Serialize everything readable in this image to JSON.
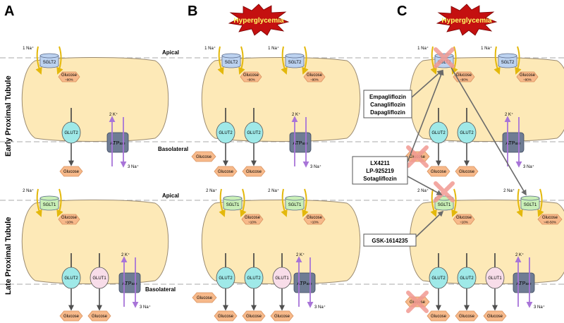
{
  "panels": [
    "A",
    "B",
    "C"
  ],
  "row_labels": {
    "early": "Early Proximal  Tubule",
    "late": "Late Proximal Tubule"
  },
  "membranes": {
    "apical": "Apical",
    "basolateral": "Basolateral"
  },
  "stimulus": "Hyperglycemia",
  "transporters": {
    "sglt2": "SGLT2",
    "sglt1": "SGLT1",
    "glut2": "GLUT2",
    "glut1": "GLUT1",
    "atpase_main": "ATP",
    "atpase_sub": "ase"
  },
  "ions": {
    "na1": "1 Na⁺",
    "na2": "2 Na⁺",
    "na3": "3 Na⁺",
    "k2": "2 K⁺"
  },
  "glucose": {
    "label": "Glucose",
    "pct_sglt2": "~90%",
    "pct_sglt1": "~10%",
    "pct_sglt1_up": "~40-50%"
  },
  "inhibitors": {
    "sglt2_box": [
      "Empagliflozin",
      "Canagliflozin",
      "Dapagliflozin"
    ],
    "dual_box": [
      "LX4211",
      "LP-925219",
      "Sotagliflozin"
    ],
    "sglt1_box": "GSK-1614235"
  },
  "colors": {
    "cell": "#fde9b7",
    "glucose": "#f7b98a",
    "sglt2": "#bcd2f0",
    "sglt1": "#c9efb7",
    "glut2": "#9fe9e8",
    "glut1": "#f8dde9",
    "atpase": "#6f7c94",
    "na_arrow": "#e3b80c",
    "k_arrow": "#a874d8",
    "star": "#c41010",
    "star_text": "#ffff66",
    "block_x": "#f19a92"
  }
}
